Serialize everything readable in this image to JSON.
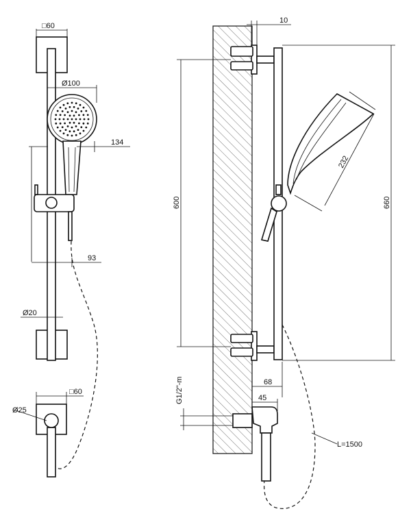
{
  "dimensions": {
    "front_wall_bracket": "□60",
    "handset_diameter": "Ø100",
    "handset_width": "134",
    "slider_offset": "93",
    "rail_diameter": "Ø20",
    "outlet_square": "□60",
    "outlet_diameter": "Ø25",
    "bracket_depth": "10",
    "bracket_spacing": "600",
    "rail_length": "660",
    "handset_length": "232",
    "thread": "G1/2\"-m",
    "rail_projection": "68",
    "outlet_projection": "45",
    "hose_length": "L=1500"
  }
}
